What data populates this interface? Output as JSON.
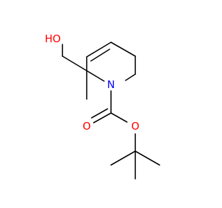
{
  "molecule": {
    "atoms": {
      "hydroxyl": {
        "label": "HO",
        "color": "#ff0000"
      },
      "nitrogen": {
        "label": "N",
        "color": "#0000ff"
      },
      "carbonyl_oxygen": {
        "label": "O",
        "color": "#ff0000"
      },
      "ester_oxygen": {
        "label": "O",
        "color": "#ff0000"
      }
    }
  }
}
